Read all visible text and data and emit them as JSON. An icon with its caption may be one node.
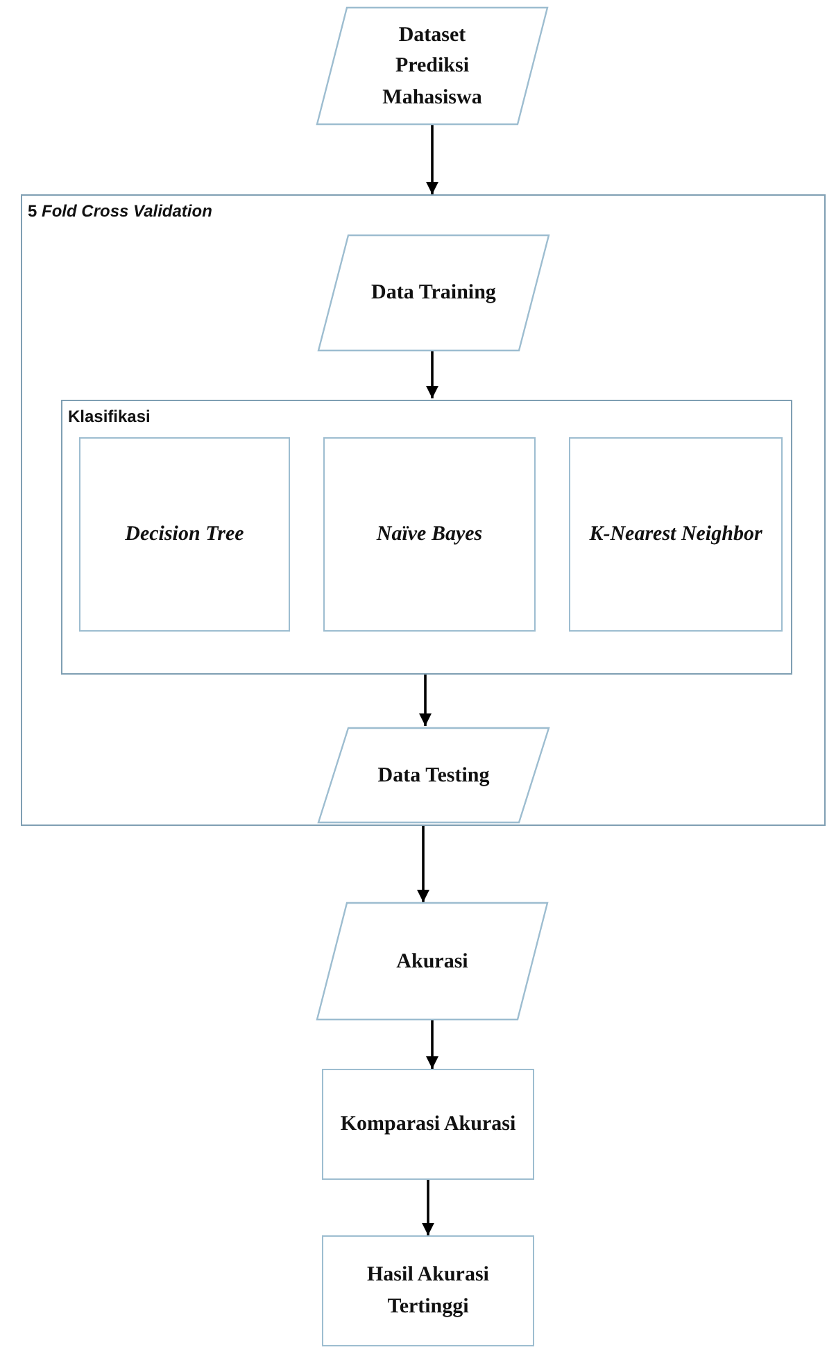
{
  "diagram": {
    "nodes": [
      {
        "text": [
          "Dataset Prediksi Mahasiswa"
        ]
      },
      {
        "text": [
          "5 *Fold Cross Validation*"
        ]
      },
      {
        "text": [
          "Data Training"
        ],
        "in": 1
      },
      {
        "text": [
          "Klasifikasi"
        ],
        "in": 1
      },
      {
        "text": [
          "Decision Tree"
        ],
        "in": 3
      },
      {
        "text": [
          "Naïve Bayes"
        ],
        "in": 3
      },
      {
        "text": [
          "K-Nearest Neighbor"
        ],
        "in": 3
      },
      {
        "text": [
          "Data Testing"
        ],
        "in": 1
      },
      {
        "text": [
          "Akurasi"
        ]
      },
      {
        "text": [
          "Komparasi Akurasi"
        ]
      },
      {
        "text": [
          "Hasil Akurasi Tertinggi"
        ]
      }
    ],
    "edges": [
      {
        "from": 0,
        "to": 1,
        "arrow": "to"
      },
      {
        "from": 2,
        "to": 3,
        "arrow": "to"
      },
      {
        "from": 3,
        "to": 7,
        "arrow": "to"
      },
      {
        "from": 1,
        "to": 8,
        "arrow": "to"
      },
      {
        "from": 8,
        "to": 9,
        "arrow": "to"
      },
      {
        "from": 9,
        "to": 10,
        "arrow": "to"
      }
    ]
  }
}
